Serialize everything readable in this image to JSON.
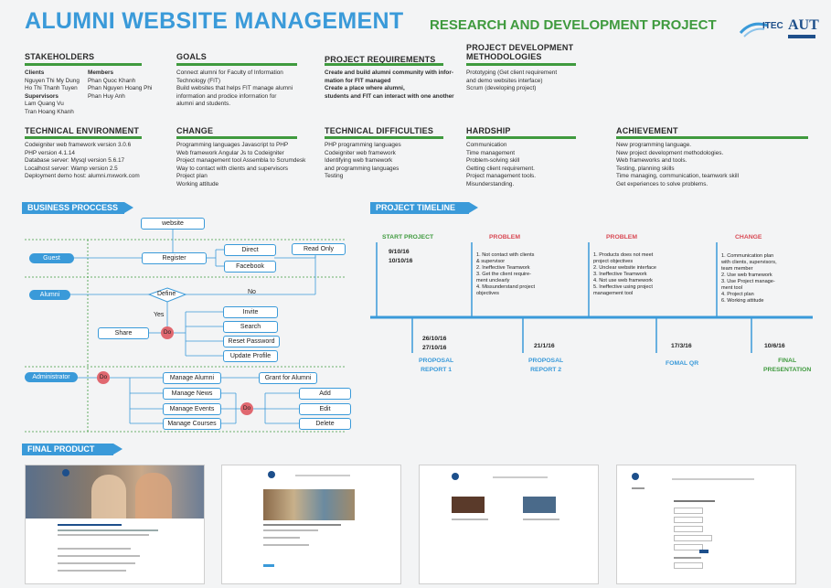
{
  "header": {
    "title": "ALUMNI WEBSITE MANAGEMENT",
    "subtitle": "RESEARCH AND DEVELOPMENT PROJECT",
    "logo_itec": "ITEC",
    "logo_aut": "AUT"
  },
  "stakeholders": {
    "heading": "STAKEHOLDERS",
    "clients_label": "Clients",
    "clients": [
      "Nguyen Thi My Dung",
      "Ho Thi Thanh Tuyen"
    ],
    "supervisors_label": "Supervisors",
    "supervisors": [
      "Lam Quang Vu",
      "Tran Hoang Khanh"
    ],
    "members_label": "Members",
    "members": [
      "Phan Quoc Khanh",
      "Phan Nguyen Hoang Phi",
      "Phan Huy Anh"
    ]
  },
  "goals": {
    "heading": "GOALS",
    "lines": [
      "Connect alumni for Faculty of Information",
      "Technology (FIT)",
      "Build websites that helps FIT manage alumni",
      "information and prodice information for",
      "alumni and students."
    ]
  },
  "requirements": {
    "heading": "PROJECT REQUIREMENTS",
    "lines": [
      "Create and build alumni community with infor-",
      "mation for FIT managed",
      "Create a place where alumni,",
      "students and FIT can interact with one another"
    ]
  },
  "methodologies": {
    "heading1": "PROJECT DEVELOPMENT",
    "heading2": "METHODOLOGIES",
    "lines": [
      "Prototyping (Get client requirement",
      "and demo websites interface)",
      "Scrum (developing project)"
    ]
  },
  "environment": {
    "heading": "TECHNICAL ENVIRONMENT",
    "lines": [
      "Codeigniter web framework version 3.0.6",
      "PHP version 4.1.14",
      "Database server: Mysql version 5.6.17",
      "Localhost server: Wamp version 2.5",
      "Deployment demo host: alumni.mxwork.com"
    ]
  },
  "change": {
    "heading": "CHANGE",
    "lines": [
      "Programming languages Javascript to PHP",
      "Web framework Angular Js to Codeigniter",
      "Project management tool Assembla to Scrumdesk",
      "Way to contact with clients and supervisors",
      "Project plan",
      "Working attitude"
    ]
  },
  "difficulties": {
    "heading": "TECHNICAL DIFFICULTIES",
    "lines": [
      "PHP programming languages",
      "Codeigniter web framework",
      "Identifying web framework",
      "and programming languages",
      "Testing"
    ]
  },
  "hardship": {
    "heading": "HARDSHIP",
    "lines": [
      "Communication",
      "Time management",
      "Problem-solving skill",
      "Getting client requirement.",
      "Project management tools.",
      "Misunderstanding."
    ]
  },
  "achievement": {
    "heading": "ACHIEVEMENT",
    "lines": [
      "New programming language.",
      "New project development methodologies.",
      "Web frameworks and tools.",
      "Testing, planning skills",
      "Time managing, communication, teamwork skill",
      "Get experiences to solve problems."
    ]
  },
  "business": {
    "banner": "BUSINESS PROCCESS",
    "website": "website",
    "guest": "Guest",
    "alumni": "Alumni",
    "administrator": "Administrator",
    "register": "Register",
    "direct": "Direct",
    "facebook": "Facebook",
    "read_only": "Read Only",
    "define": "Define",
    "no": "No",
    "yes": "Yes",
    "share": "Share",
    "do": "Do",
    "invite": "Invite",
    "search": "Search",
    "reset_password": "Reset Password",
    "update_profile": "Update Profile",
    "manage_alumni": "Manage Alumni",
    "grant_for_alumni": "Grant for Alumni",
    "manage_news": "Manage News",
    "manage_events": "Manage Events",
    "manage_courses": "Manage Courses",
    "add": "Add",
    "edit": "Edit",
    "delete": "Delete"
  },
  "timeline": {
    "banner": "PROJECT TIMELINE",
    "start_label": "START PROJECT",
    "start_dates": [
      "9/10/16",
      "10/10/16"
    ],
    "problem1_label": "PROBLEM",
    "problem1_lines": [
      "1. Not contact with clients",
      "& supervisor",
      "2. Ineffective Teamwork",
      "3. Get the client require-",
      "ment unclearly",
      "4. Missunderstand project",
      "objectives"
    ],
    "problem2_label": "PROBLEM",
    "problem2_lines": [
      "1. Products does not meet",
      "project objectives",
      "2. Unclear website interface",
      "3. Ineffective Teamwork",
      "4. Not use web framework",
      "5. Ineffective using project",
      "management tool"
    ],
    "change_label": "CHANGE",
    "change_lines": [
      "1. Communication plan",
      "with clients, supervisors,",
      "team member",
      "2. Use web framework",
      "3. Use Project manage-",
      "ment tool",
      "4. Project plan",
      "6. Working attitude"
    ],
    "r1_dates": [
      "26/10/16",
      "27/10/16"
    ],
    "r1_label": [
      "PROPOSAL",
      "REPORT 1"
    ],
    "r2_date": "21/1/16",
    "r2_label": [
      "PROPOSAL",
      "REPORT 2"
    ],
    "qr_date": "17/3/16",
    "qr_label": "FOMAL QR",
    "final_date": "10/6/16",
    "final_label": [
      "FINAL",
      "PRESENTATION"
    ]
  },
  "final_product": {
    "banner": "FINAL PRODUCT"
  },
  "colors": {
    "blue": "#3a9ad9",
    "green": "#3f9a3e",
    "red": "#d94a55",
    "do_fill": "#e06870"
  }
}
